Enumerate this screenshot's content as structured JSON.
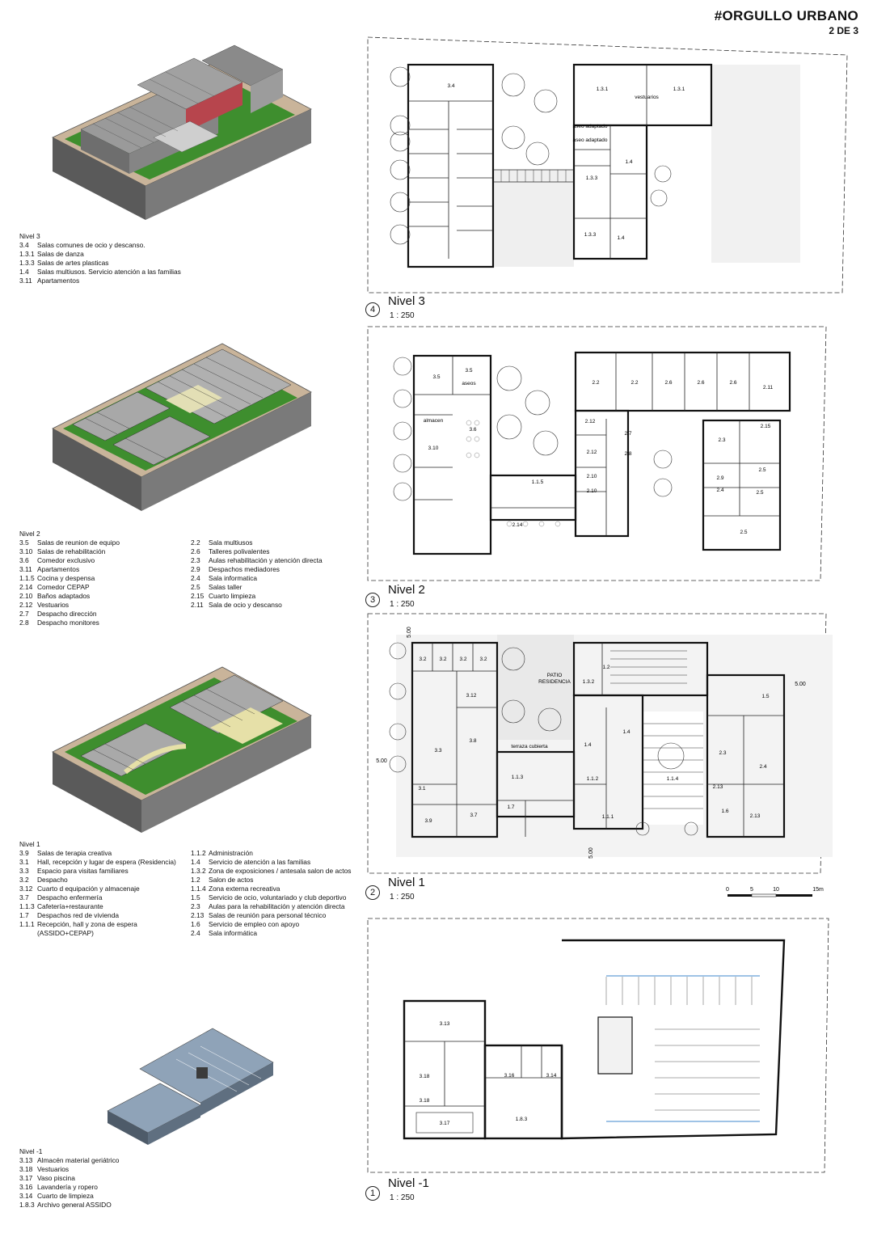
{
  "header": {
    "title": "#ORGULLO URBANO",
    "page": "2 DE 3"
  },
  "levels": [
    {
      "heading": "Nivel 3",
      "items": [
        {
          "code": "3.4",
          "desc": "Salas comunes de ocio y descanso."
        },
        {
          "code": "1.3.1",
          "desc": "Salas de danza"
        },
        {
          "code": "1.3.3",
          "desc": "Salas de artes plasticas"
        },
        {
          "code": "1.4",
          "desc": "Salas multiusos. Servicio atención a las familias"
        },
        {
          "code": "3.11",
          "desc": "Apartamentos"
        }
      ]
    },
    {
      "heading": "Nivel 2",
      "left": [
        {
          "code": "3.5",
          "desc": "Salas de reunion de equipo"
        },
        {
          "code": "3.10",
          "desc": "Salas de rehabilitación"
        },
        {
          "code": "3.6",
          "desc": "Comedor exclusivo"
        },
        {
          "code": "3.11",
          "desc": "Apartamentos"
        },
        {
          "code": "1.1.5",
          "desc": "Cocina y despensa"
        },
        {
          "code": "2.14",
          "desc": "Comedor CEPAP"
        },
        {
          "code": "2.10",
          "desc": "Baños adaptados"
        },
        {
          "code": "2.12",
          "desc": "Vestuarios"
        },
        {
          "code": "2.7",
          "desc": "Despacho dirección"
        },
        {
          "code": "2.8",
          "desc": "Despacho monitores"
        }
      ],
      "right": [
        {
          "code": "2.2",
          "desc": "Sala multiusos"
        },
        {
          "code": "2.6",
          "desc": "Talleres polivalentes"
        },
        {
          "code": "2.3",
          "desc": "Aulas rehabilitación y atención directa"
        },
        {
          "code": "2.9",
          "desc": "Despachos mediadores"
        },
        {
          "code": "2.4",
          "desc": "Sala informatica"
        },
        {
          "code": "2.5",
          "desc": "Salas taller"
        },
        {
          "code": "2.15",
          "desc": "Cuarto limpieza"
        },
        {
          "code": "2.11",
          "desc": "Sala de ocio y descanso"
        }
      ]
    },
    {
      "heading": "Nivel 1",
      "left": [
        {
          "code": "3.9",
          "desc": "Salas de terapia creativa"
        },
        {
          "code": "3.1",
          "desc": "Hall, recepción y lugar de espera (Residencia)"
        },
        {
          "code": "3.3",
          "desc": "Espacio para visitas familiares"
        },
        {
          "code": "3.2",
          "desc": "Despacho"
        },
        {
          "code": "3.12",
          "desc": "Cuarto d equipación y almacenaje"
        },
        {
          "code": "3.7",
          "desc": "Despacho enfermería"
        },
        {
          "code": "1.1.3",
          "desc": "Cafetería+restaurante"
        },
        {
          "code": "1.7",
          "desc": "Despachos red de vivienda"
        },
        {
          "code": "1.1.1",
          "desc": "Recepción, hall y zona de espera"
        },
        {
          "code": "",
          "desc": "(ASSIDO+CEPAP)"
        }
      ],
      "right": [
        {
          "code": "1.1.2",
          "desc": "Administración"
        },
        {
          "code": "1.4",
          "desc": "Servicio de atención a las familias"
        },
        {
          "code": "1.3.2",
          "desc": "Zona de exposiciones / antesala salon de actos"
        },
        {
          "code": "1.2",
          "desc": "Salon de actos"
        },
        {
          "code": "1.1.4",
          "desc": "Zona externa recreativa"
        },
        {
          "code": "1.5",
          "desc": "Servicio de ocio, voluntariado y club deportivo"
        },
        {
          "code": "2.3",
          "desc": "Aulas para la rehabilitación y atención directa"
        },
        {
          "code": "2.13",
          "desc": "Salas de reunión para personal técnico"
        },
        {
          "code": "1.6",
          "desc": "Servicio de empleo con apoyo"
        },
        {
          "code": "2.4",
          "desc": "Sala informática"
        }
      ]
    },
    {
      "heading": "Nivel -1",
      "items": [
        {
          "code": "3.13",
          "desc": "Almacén material geriátrico"
        },
        {
          "code": "3.18",
          "desc": "Vestuarios"
        },
        {
          "code": "3.17",
          "desc": "Vaso piscina"
        },
        {
          "code": "3.16",
          "desc": "Lavandería y ropero"
        },
        {
          "code": "3.14",
          "desc": "Cuarto de limpieza"
        },
        {
          "code": "1.8.3",
          "desc": "Archivo general ASSIDO"
        }
      ]
    }
  ],
  "plans": [
    {
      "num": "4",
      "title": "Nivel 3",
      "scale": "1 : 250",
      "rooms": [
        "3.4",
        "1.3.1",
        "1.3.1",
        "vestuarios",
        "aseo adaptado",
        "aseo adaptado",
        "1.4",
        "1.3.3",
        "1.3.3",
        "1.4"
      ]
    },
    {
      "num": "3",
      "title": "Nivel 2",
      "scale": "1 : 250",
      "rooms": [
        "3.5",
        "3.5",
        "aseos",
        "almacen",
        "3.6",
        "3.10",
        "1.1.5",
        "2.14",
        "2.2",
        "2.2",
        "2.6",
        "2.6",
        "2.6",
        "2.11",
        "2.12",
        "2.12",
        "2.10",
        "2.10",
        "2.7",
        "2.8",
        "2.3",
        "2.15",
        "2.5",
        "2.9",
        "2.4",
        "2.5",
        "2.5"
      ]
    },
    {
      "num": "2",
      "title": "Nivel 1",
      "scale": "1 : 250",
      "rooms": [
        "3.2",
        "3.2",
        "3.2",
        "3.2",
        "PATIO",
        "RESIDENCIA",
        "1.2",
        "1.3.2",
        "1.5",
        "3.12",
        "3.3",
        "3.8",
        "terraza cubierta",
        "1.4",
        "1.4",
        "2.3",
        "2.4",
        "1.1.3",
        "1.1.2",
        "1.1.4",
        "2.13",
        "3.1",
        "3.9",
        "3.7",
        "1.7",
        "1.1.1",
        "1.6",
        "2.13"
      ],
      "dims": [
        "5.00",
        "5.00",
        "5.00",
        "5.00"
      ]
    },
    {
      "num": "1",
      "title": "Nivel -1",
      "scale": "1 : 250",
      "rooms": [
        "3.13",
        "3.18",
        "3.18",
        "3.16",
        "3.14",
        "3.17",
        "1.8.3"
      ]
    }
  ],
  "scale_bar": {
    "ticks": [
      "0",
      "5",
      "10",
      "15m"
    ]
  },
  "colors": {
    "lawn": "#3e8e2e",
    "roof": "#8a8a8a",
    "ground": "#c9b49a",
    "pool": "#2a5fd6",
    "red_wall": "#b7454d",
    "basement": "#8fa3b8"
  }
}
